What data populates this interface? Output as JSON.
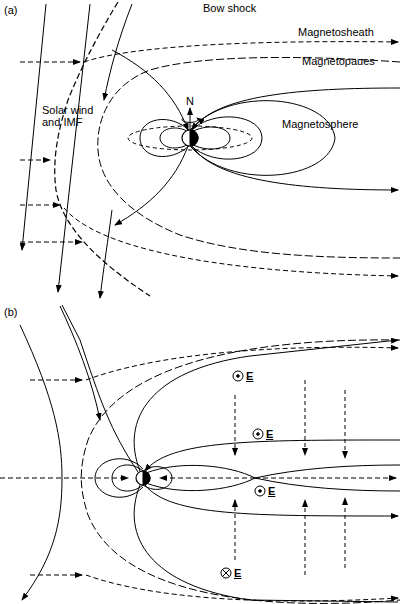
{
  "diagram": {
    "labels": [
      "(a)",
      "Bow shock",
      "Magnetosheath",
      "Magnetopaues",
      "Solar wind and IMF",
      "N",
      "Magnetosphere",
      "(b)",
      "E",
      "E",
      "E",
      "E"
    ]
  }
}
